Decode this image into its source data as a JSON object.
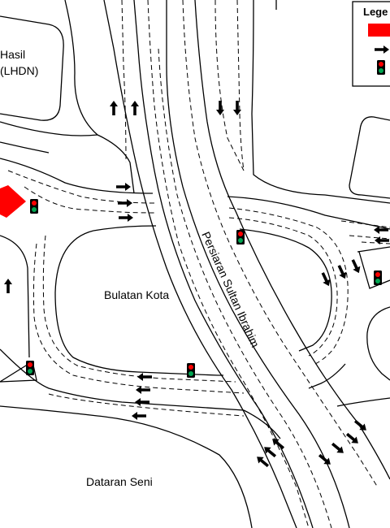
{
  "colors": {
    "road": "#000000",
    "landmark": "#ff0000",
    "signal_housing": "#000000",
    "signal_red": "#ff0000",
    "signal_green": "#00a651",
    "arrow": "#000000"
  },
  "legend": {
    "title": "Lege",
    "items": [
      {
        "icon": "red-rectangle-icon"
      },
      {
        "icon": "arrow-icon"
      },
      {
        "icon": "traffic-light-icon"
      }
    ]
  },
  "labels": {
    "building_top_line1": "Hasil",
    "building_top_line2": "(LHDN)",
    "roundabout": "Bulatan Kota",
    "road_main": "Persiaran Sultan Ibrahim",
    "area_bottom": "Dataran Seni"
  }
}
